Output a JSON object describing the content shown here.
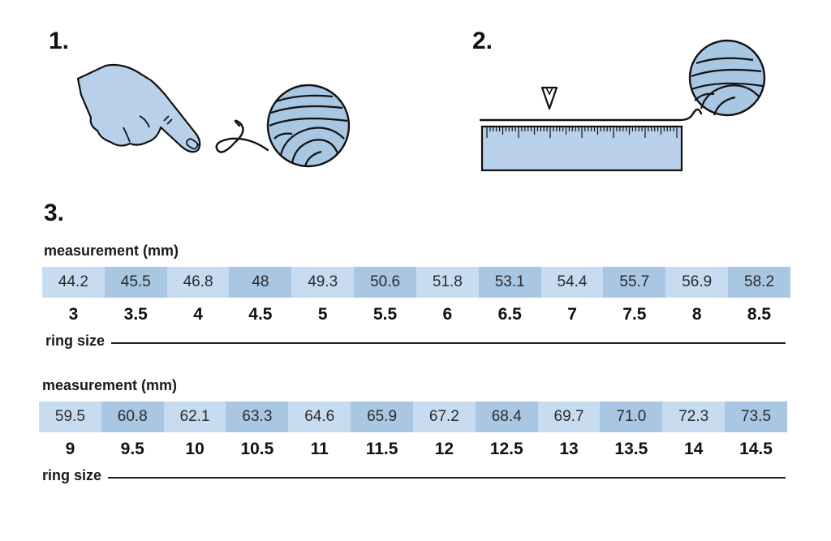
{
  "steps": [
    "1.",
    "2.",
    "3."
  ],
  "colors": {
    "cell_light": "#c7dcf1",
    "cell_dark": "#a9c6e3",
    "illustration_fill": "#b8d0ea",
    "outline": "#111111"
  },
  "icons": [
    "pointing-hand-icon",
    "yarn-ball-icon",
    "ruler-icon",
    "arrow-down-icon"
  ],
  "tables": [
    {
      "measurement_label": "measurement (mm)",
      "ring_label": "ring size",
      "measurements": [
        "44.2",
        "45.5",
        "46.8",
        "48",
        "49.3",
        "50.6",
        "51.8",
        "53.1",
        "54.4",
        "55.7",
        "56.9",
        "58.2"
      ],
      "sizes": [
        "3",
        "3.5",
        "4",
        "4.5",
        "5",
        "5.5",
        "6",
        "6.5",
        "7",
        "7.5",
        "8",
        "8.5"
      ]
    },
    {
      "measurement_label": "measurement (mm)",
      "ring_label": "ring size",
      "measurements": [
        "59.5",
        "60.8",
        "62.1",
        "63.3",
        "64.6",
        "65.9",
        "67.2",
        "68.4",
        "69.7",
        "71.0",
        "72.3",
        "73.5"
      ],
      "sizes": [
        "9",
        "9.5",
        "10",
        "10.5",
        "11",
        "11.5",
        "12",
        "12.5",
        "13",
        "13.5",
        "14",
        "14.5"
      ]
    }
  ]
}
